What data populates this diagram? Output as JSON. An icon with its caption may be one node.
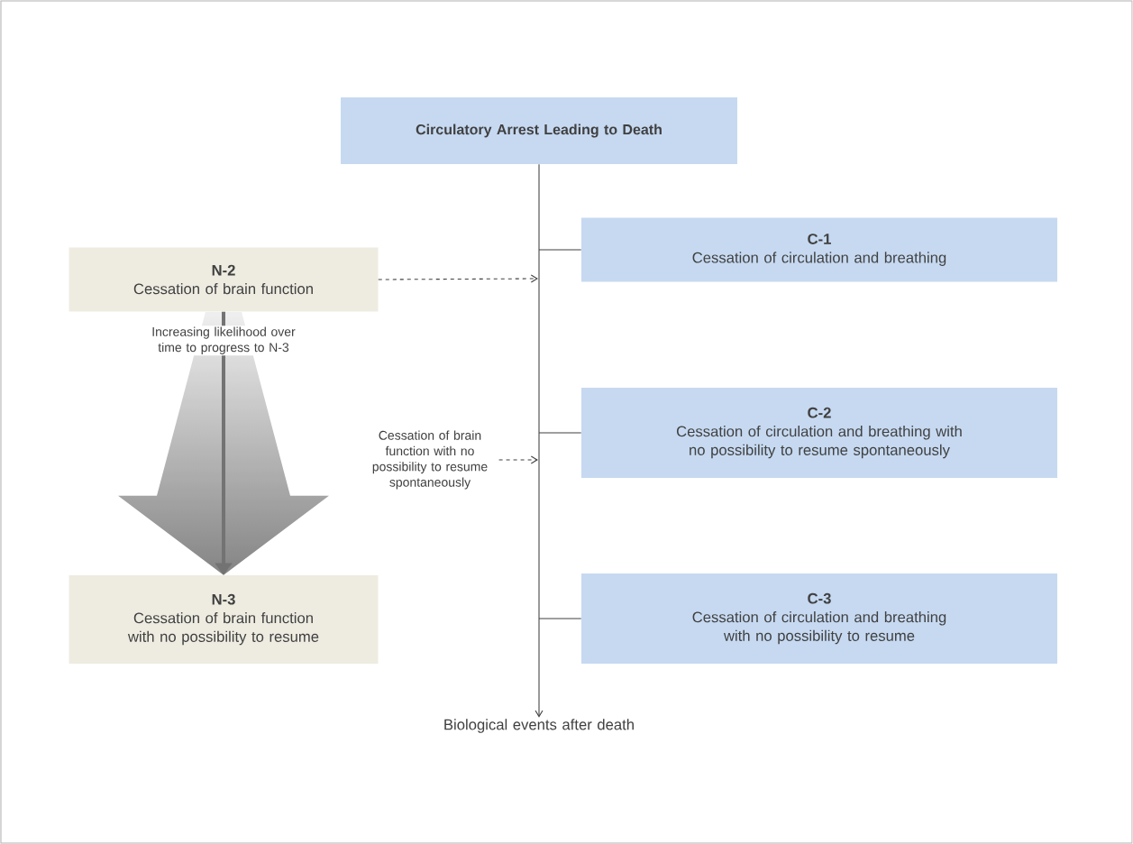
{
  "diagram": {
    "nodes": [
      {
        "text": [
          "Circulatory Arrest Leading to Death"
        ]
      },
      {
        "text": [
          "N-2",
          "Cessation of brain function"
        ]
      },
      {
        "text": [
          "C-1",
          "Cessation of circulation and breathing"
        ]
      },
      {
        "text": [
          "Cessation of brain function with no possibility to resume spontaneously"
        ]
      },
      {
        "text": [
          "C-2",
          "Cessation of circulation and breathing with no possibility to resume spontaneously"
        ]
      },
      {
        "text": [
          "N-3",
          "Cessation of brain function with no possibility to resume"
        ]
      },
      {
        "text": [
          "C-3",
          "Cessation of circulation and breathing with no possibility to resume"
        ]
      },
      {
        "text": [
          "Biological events after death"
        ]
      }
    ],
    "edges": [
      {
        "from": 0,
        "to": 7,
        "arrow": "to"
      },
      {
        "from": null,
        "to": 2,
        "arrow": "none"
      },
      {
        "from": 1,
        "to": null,
        "arrow": "to",
        "style": "dashed"
      },
      {
        "from": null,
        "to": 4,
        "arrow": "none"
      },
      {
        "from": 3,
        "to": null,
        "arrow": "to",
        "style": "dashed"
      },
      {
        "from": 1,
        "to": 5,
        "arrow": "to",
        "style": "thick",
        "label": "Increasing likelihood over time to progress to N-3"
      },
      {
        "from": null,
        "to": 6,
        "arrow": "none"
      }
    ]
  }
}
